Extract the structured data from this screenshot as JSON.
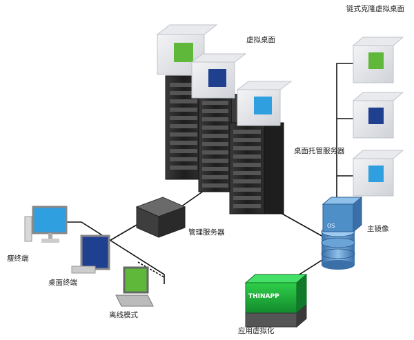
{
  "labels": {
    "linked_clone": "链式克隆虚拟桌面",
    "virtual_desktop": "虚拟桌面",
    "desktop_hosting_server": "桌面托管服务器",
    "management_server": "管理服务器",
    "master_image": "主镜像",
    "thin_client": "瘦终端",
    "desktop_terminal": "桌面终端",
    "offline_mode": "离线模式",
    "app_virtualization": "应用虚拟化"
  },
  "badges": {
    "os": "OS",
    "thinapp": "THINAPP"
  },
  "colors": {
    "vm_green": "#5fb83a",
    "vm_navy": "#1f3f8f",
    "vm_cyan": "#2f9fe0",
    "rack": "#2a2a2a",
    "thinapp_green": "#1fae3a",
    "db_blue": "#4f8fc8"
  }
}
